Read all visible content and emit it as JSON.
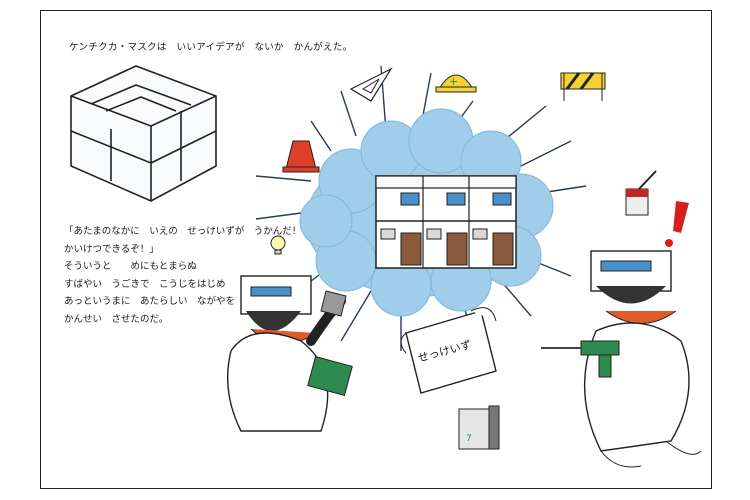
{
  "page": {
    "header_text": "ケンチクカ・マスクは　いいアイデアが　ないか　かんがえた。",
    "story_lines": [
      "「あたまのなかに　いえの　せっけいずが　うかんだ！",
      "かいけつできるぞ！」",
      "そういうと　　めにもとまらぬ",
      "すばやい　うごきで　こうじをはじめ",
      "あっというまに　あたらしい　ながやを",
      "かんせい　させたのだ。"
    ],
    "scroll_text": "せっけいず"
  },
  "colors": {
    "cloud": "#9fcdea",
    "brick": "#8b5a3c",
    "scarf": "#e05a2a",
    "drill": "#2e8b4f",
    "exclaim": "#d62020",
    "window": "#4a90c8"
  }
}
